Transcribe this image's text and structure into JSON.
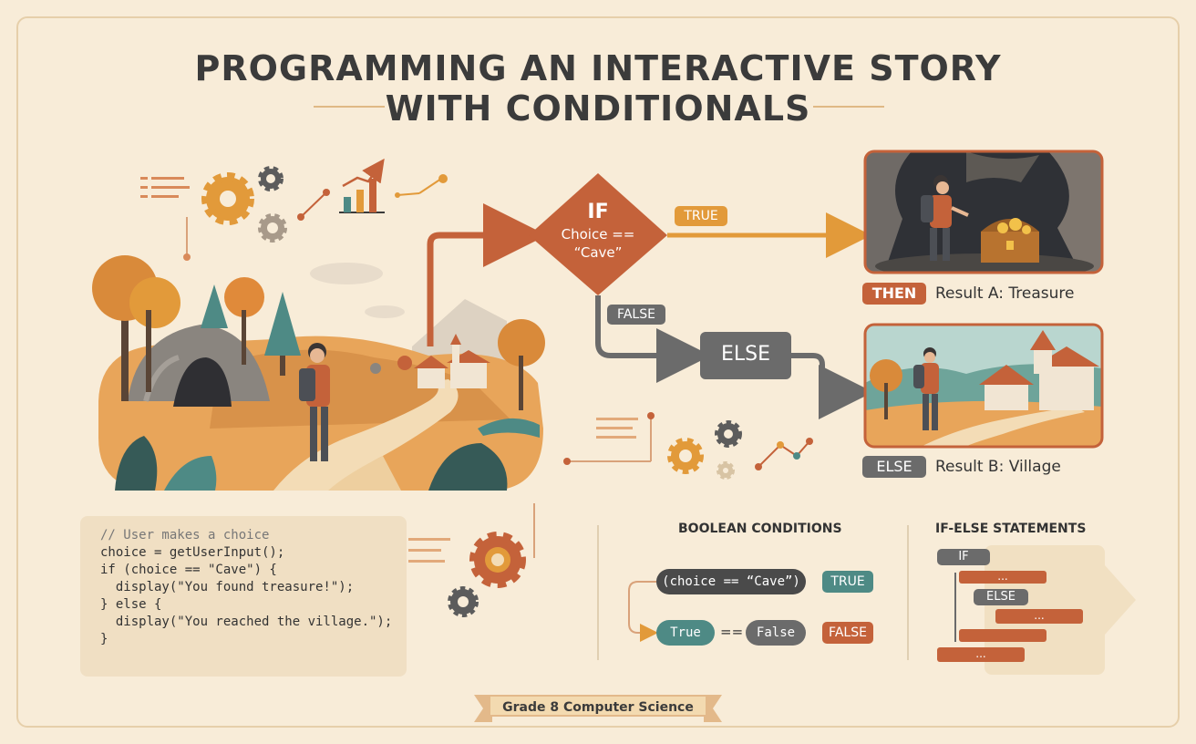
{
  "title": {
    "line1": "PROGRAMMING AN INTERACTIVE STORY",
    "line2": "WITH CONDITIONALS"
  },
  "flow": {
    "if_keyword": "IF",
    "condition_line1": "Choice ==",
    "condition_line2": "“Cave”",
    "true_label": "TRUE",
    "false_label": "FALSE",
    "else_label": "ELSE"
  },
  "results": {
    "a": {
      "tag": "THEN",
      "text": "Result A: Treasure"
    },
    "b": {
      "tag": "ELSE",
      "text": "Result B: Village"
    }
  },
  "code": {
    "lines": [
      "// User makes a choice",
      "choice = getUserInput();",
      "",
      "if (choice == \"Cave\") {",
      "  display(\"You found treasure!\");",
      "} else {",
      "  display(\"You reached the village.\");",
      "}"
    ]
  },
  "boolean_panel": {
    "heading": "BOOLEAN CONDITIONS",
    "expression": "(choice == “Cave”)",
    "true_label": "TRUE",
    "left": "True",
    "operator": "==",
    "right": "False",
    "false_label": "FALSE"
  },
  "ifelse_panel": {
    "heading": "IF-ELSE STATEMENTS",
    "if_label": "IF",
    "else_label": "ELSE",
    "ellipsis": "..."
  },
  "footer": {
    "badge": "Grade 8 Computer Science"
  },
  "colors": {
    "background": "#f8ecd8",
    "accent_orange": "#c4623a",
    "accent_amber": "#e29a3a",
    "accent_teal": "#4e8a85",
    "accent_gray": "#6b6b6b"
  },
  "icons": [
    "gear-icon",
    "bar-chart-icon",
    "text-lines-icon",
    "node-graph-icon",
    "hiker-figure",
    "cave-illustration",
    "treasure-chest-illustration",
    "village-illustration"
  ]
}
